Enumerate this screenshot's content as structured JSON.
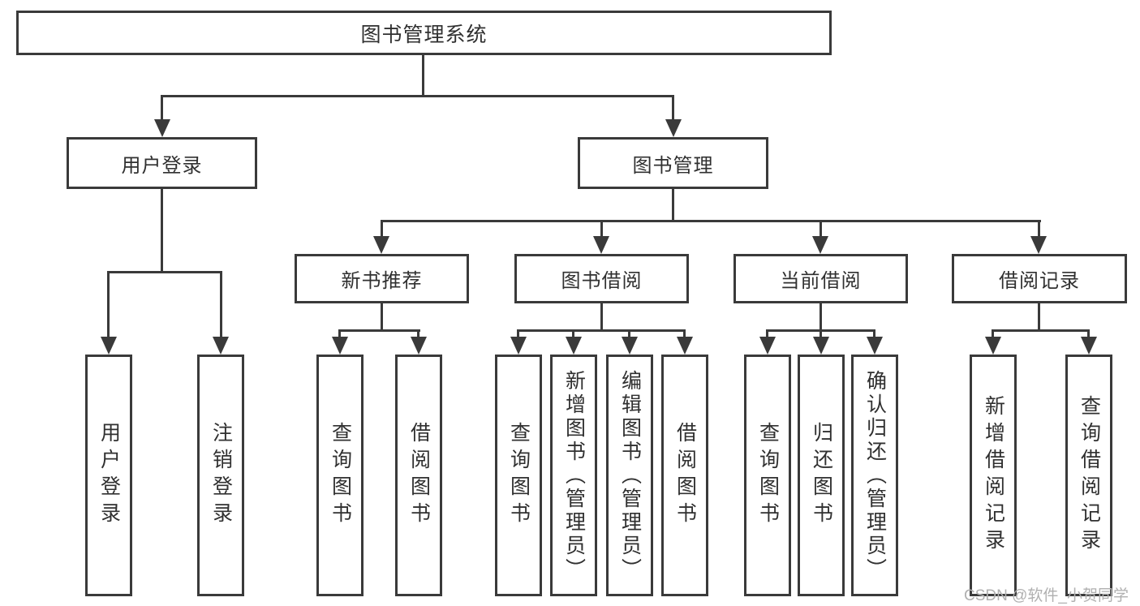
{
  "colors": {
    "line": "#3a3a3a",
    "text": "#303030",
    "watermark": "#b0b0b0",
    "background": "#ffffff"
  },
  "diagram": {
    "root": {
      "label": "图书管理系统"
    },
    "branches": [
      {
        "label": "用户登录",
        "children": [
          {
            "label": "用户登录"
          },
          {
            "label": "注销登录"
          }
        ]
      },
      {
        "label": "图书管理",
        "children": [
          {
            "label": "新书推荐",
            "children": [
              {
                "label": "查询图书"
              },
              {
                "label": "借阅图书"
              }
            ]
          },
          {
            "label": "图书借阅",
            "children": [
              {
                "label": "查询图书"
              },
              {
                "label": "新增图书（管理员）"
              },
              {
                "label": "编辑图书（管理员）"
              },
              {
                "label": "借阅图书"
              }
            ]
          },
          {
            "label": "当前借阅",
            "children": [
              {
                "label": "查询图书"
              },
              {
                "label": "归还图书"
              },
              {
                "label": "确认归还（管理员）"
              }
            ]
          },
          {
            "label": "借阅记录",
            "children": [
              {
                "label": "新增借阅记录"
              },
              {
                "label": "查询借阅记录"
              }
            ]
          }
        ]
      }
    ]
  },
  "watermark": {
    "text": "CSDN @软件_小贺同学"
  }
}
